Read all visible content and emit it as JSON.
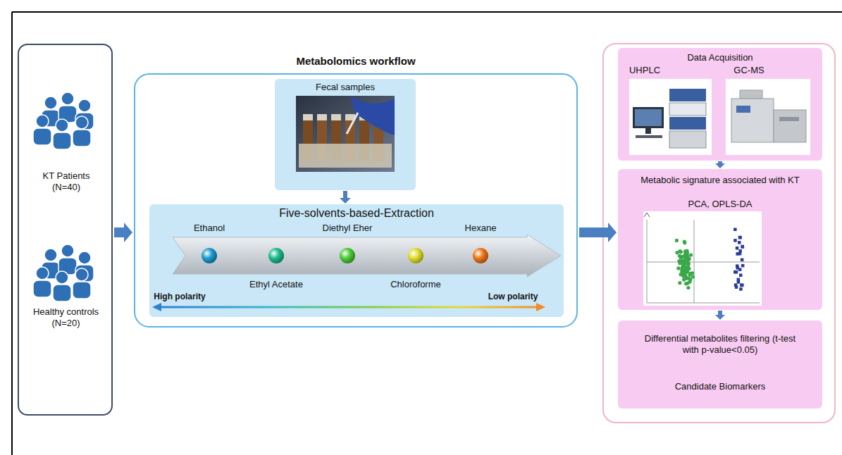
{
  "diagram": {
    "nodes": [
      {
        "text": [
          "KT Patients (N=40)",
          "Healthy controls (N=20)"
        ]
      },
      {
        "text": [
          "Metabolomics workflow"
        ]
      },
      {
        "text": [
          "Fecal samples"
        ],
        "in": 1
      },
      {
        "text": [
          "Five-solvents-based-Extraction"
        ],
        "in": 1
      },
      {
        "text": [
          "Data Acquisition"
        ]
      },
      {
        "text": [
          "Metabolic signature associated with KT",
          "PCA, OPLS-DA"
        ]
      },
      {
        "text": [
          "Differential metabolites filtering (t-test with p-value<0.05)",
          "Candidate Biomarkers"
        ]
      }
    ],
    "edges": [
      {
        "from": 0,
        "to": 1,
        "arrow": "to"
      },
      {
        "from": 2,
        "to": 3,
        "arrow": "to"
      },
      {
        "from": 1,
        "to": 5,
        "arrow": "to"
      },
      {
        "from": 4,
        "to": 5,
        "arrow": "to"
      },
      {
        "from": 5,
        "to": 6,
        "arrow": "to"
      }
    ],
    "labels": [
      "Ethanol",
      "Ethyl Acetate",
      "Diethyl Eher",
      "Chloroforme",
      "Hexane",
      "High polarity",
      "Low polarity",
      "UHPLC",
      "GC-MS"
    ]
  }
}
